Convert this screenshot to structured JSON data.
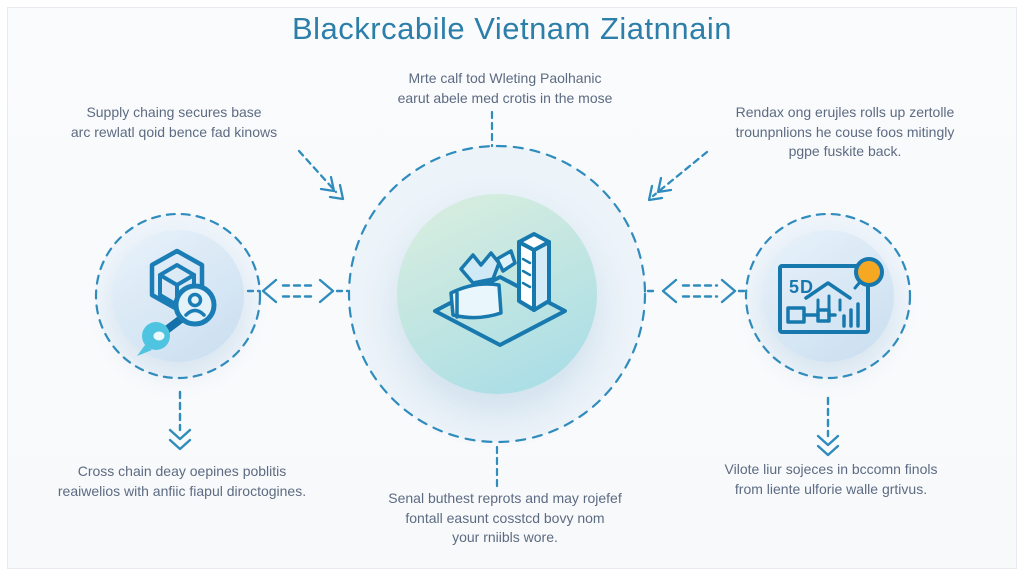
{
  "title": "Blackrcabile Vietnam Ziatnnain",
  "subtitle": {
    "line1": "Mrte calf tod Wleting Paolhanic",
    "line2": "earut abele med crotis in the mose"
  },
  "callouts": {
    "top_left": {
      "line1": "Supply chaing secures base",
      "line2": "arc rewlatl qoid bence fad kinows"
    },
    "top_right": {
      "line1": "Rendax ong erujles rolls up zertolle",
      "line2": "trounpnlions he couse foos mitingly",
      "line3": "pgpe fuskite back."
    },
    "bottom_left": {
      "line1": "Cross chain deay oepines poblitis",
      "line2": "reaiwelios with anfiic fiapul diroctogines."
    },
    "bottom_center": {
      "line1": "Senal buthest reprots and may rojefef",
      "line2": "fontall easunt cosstcd bovy nom",
      "line3": "your rniibls wore."
    },
    "bottom_right": {
      "line1": "Vilote liur sojeces in bccomn finols",
      "line2": "from liente ulforie walle grtivus."
    }
  },
  "icons": {
    "left": "package-search-icon",
    "center": "isometric-construction-icon",
    "right": "blueprint-analysis-icon",
    "right_label": "5D"
  },
  "colors": {
    "title_text": "#2d7fa9",
    "body_text": "#5d6b82",
    "connector_blue": "#2f8cbd",
    "icon_stroke": "#1778ad",
    "accent_cyan": "#4fc4e0",
    "accent_orange": "#f7a823",
    "center_circle_gradient_start": "#dcefe0",
    "center_circle_gradient_end": "#a5dce8",
    "satellite_circle_gradient_start": "#e9f2fa",
    "satellite_circle_gradient_end": "#c9def0"
  }
}
